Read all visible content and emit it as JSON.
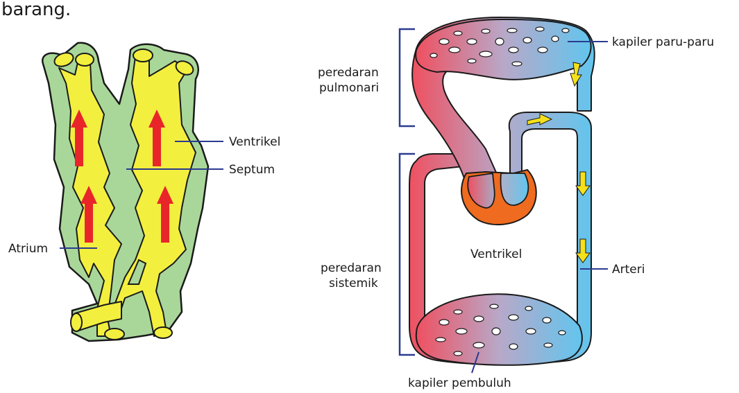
{
  "header_fragment": "barang.",
  "left_diagram": {
    "labels": {
      "ventrikel": "Ventrikel",
      "septum": "Septum",
      "atrium": "Atrium"
    }
  },
  "right_diagram": {
    "labels": {
      "kapiler_paru": "kapiler paru-paru",
      "peredaran_pulmonari_line1": "peredaran",
      "peredaran_pulmonari_line2": "pulmonari",
      "ventrikel": "Ventrikel",
      "peredaran_sistemik_line1": "peredaran",
      "peredaran_sistemik_line2": "sistemik",
      "arteri": "Arteri",
      "kapiler_pembuluh": "kapiler pembuluh"
    }
  },
  "colors": {
    "outline": "#1a1a1a",
    "green": "#a9d79a",
    "yellow": "#f3ef3e",
    "arrow_red": "#e8262a",
    "oxygen_red": "#ef5b62",
    "deoxy_blue": "#62c5ee",
    "heart_orange": "#ef6b1f",
    "flow_arrow": "#f5e11a",
    "leader": "#2b3a8f"
  }
}
